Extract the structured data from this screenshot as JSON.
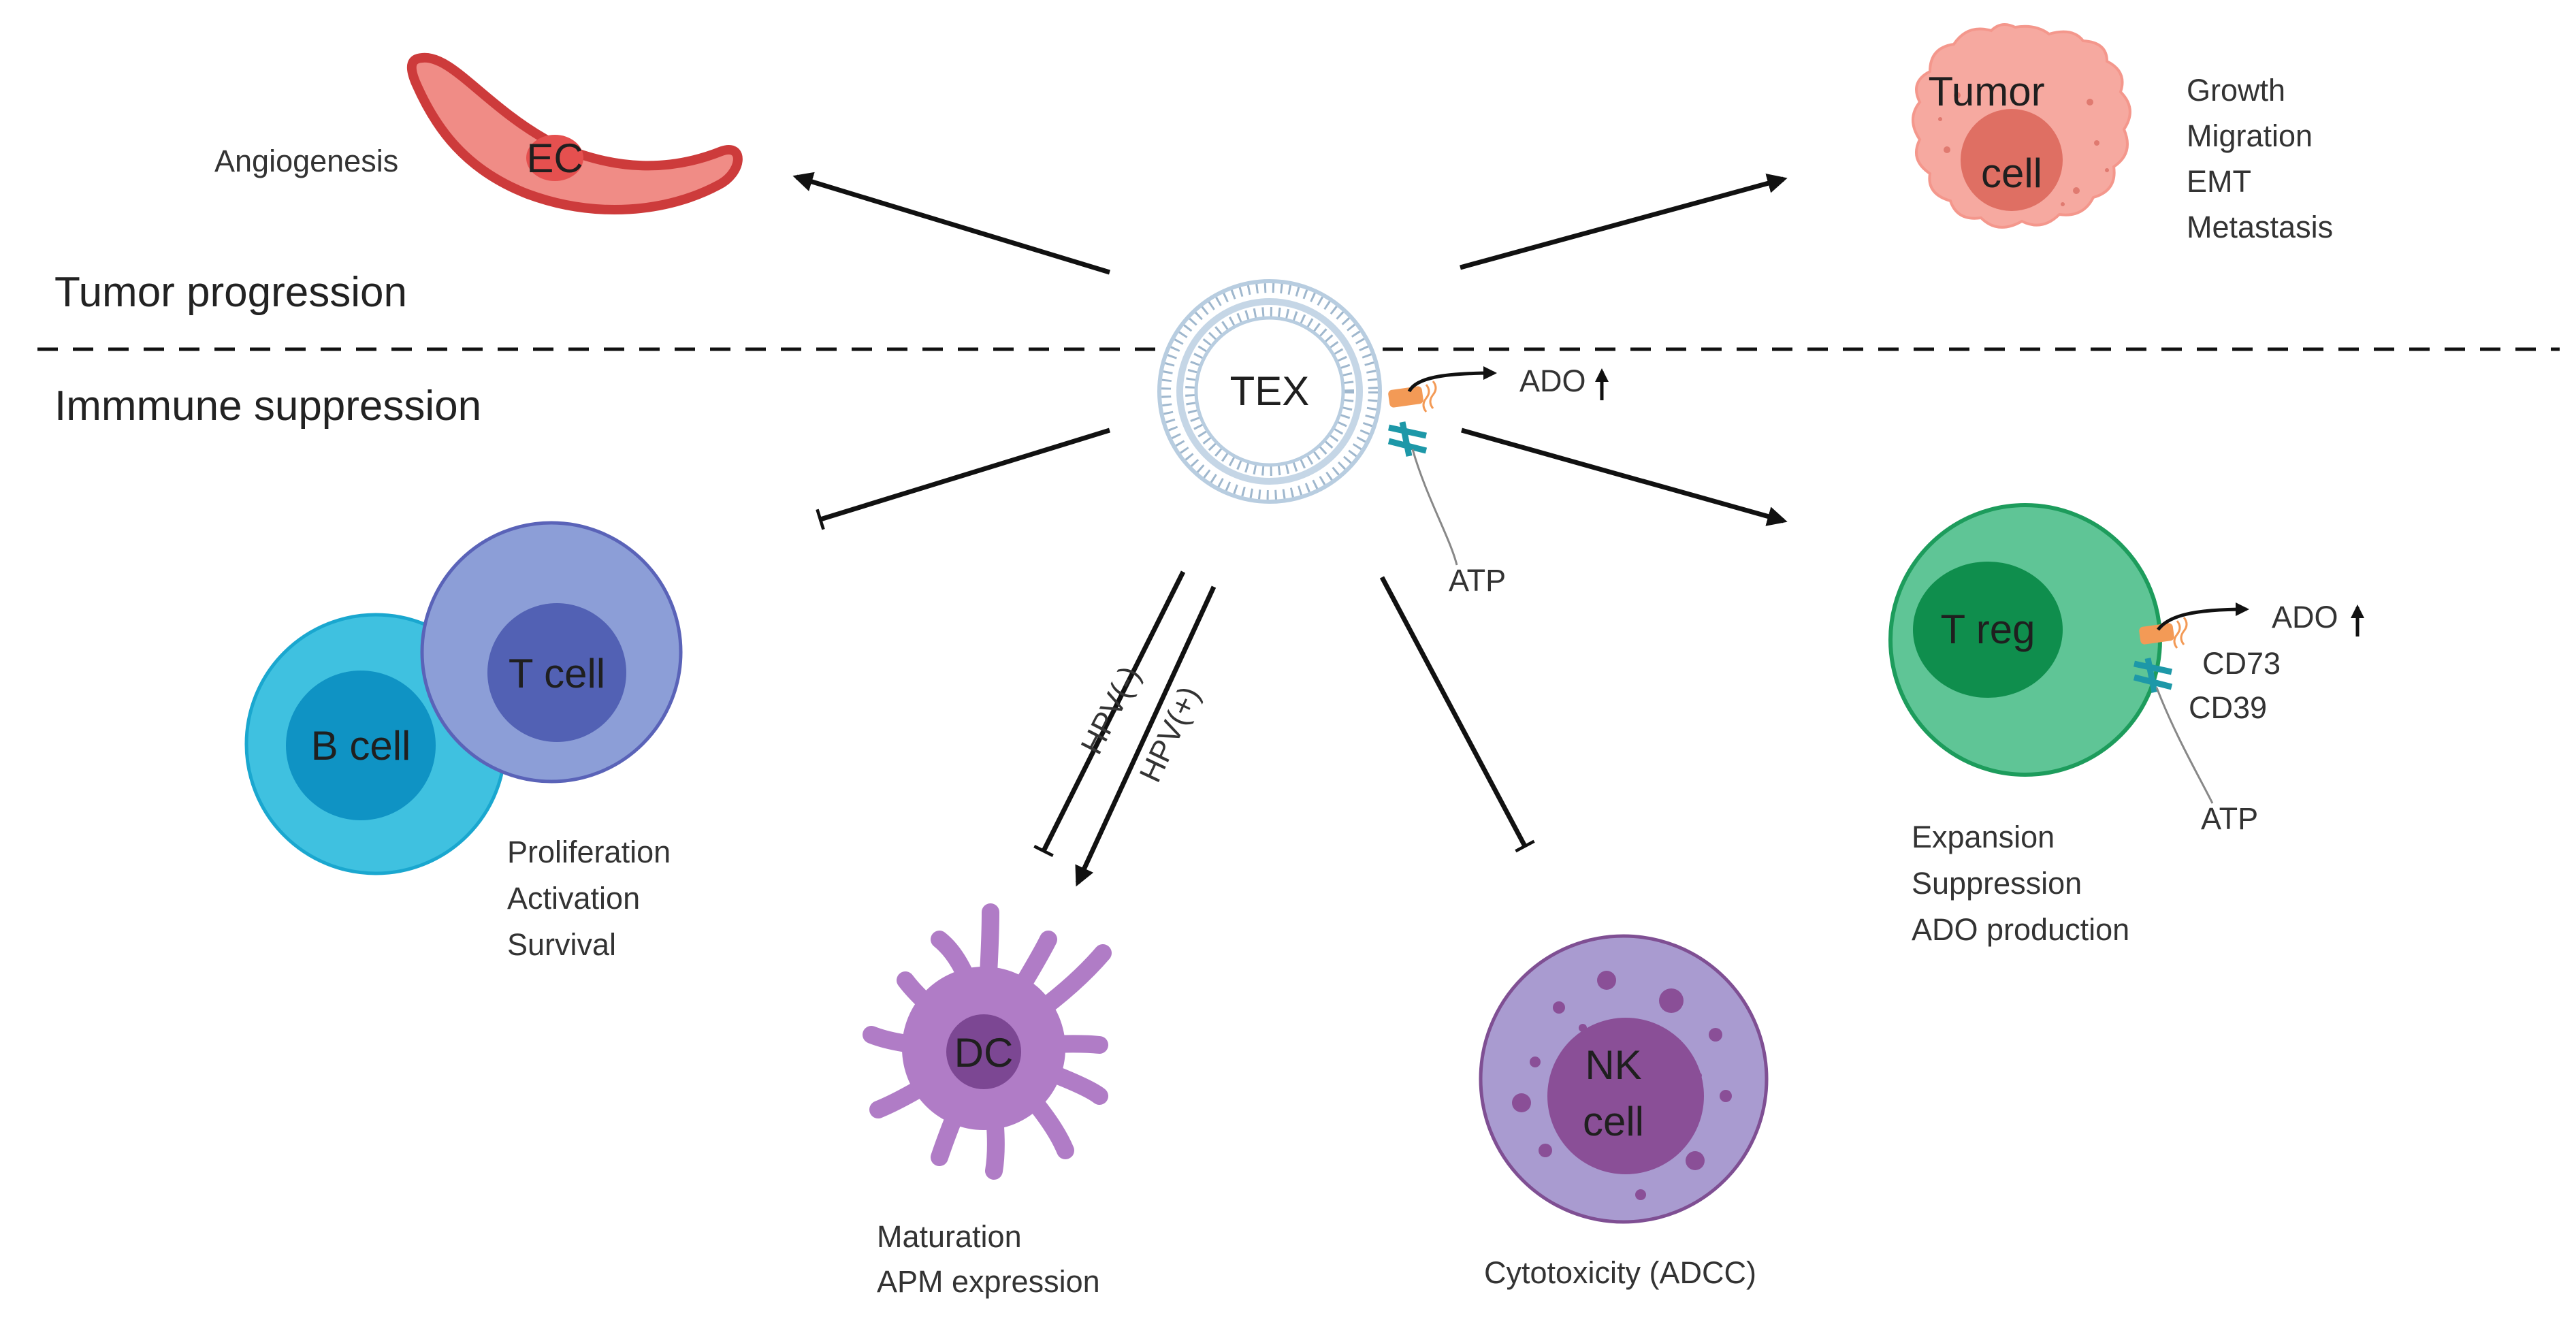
{
  "sections": {
    "top": "Tumor progression",
    "bottom": "Immmune suppression"
  },
  "center": {
    "label": "TEX",
    "ado": "ADO",
    "atp": "ATP"
  },
  "ec": {
    "label": "EC",
    "effect": "Angiogenesis"
  },
  "tumor": {
    "title": "Tumor",
    "nucleus": "cell",
    "effects": [
      "Growth",
      "Migration",
      "EMT",
      "Metastasis"
    ]
  },
  "lymph": {
    "b_label": "B cell",
    "t_label": "T cell",
    "effects": [
      "Proliferation",
      "Activation",
      "Survival"
    ]
  },
  "dc": {
    "label": "DC",
    "hpv_neg": "HPV(-)",
    "hpv_pos": "HPV(+)",
    "effects": [
      "Maturation",
      "APM expression"
    ]
  },
  "nk": {
    "line1": "NK",
    "line2": "cell",
    "effect": "Cytotoxicity (ADCC)"
  },
  "treg": {
    "label": "T reg",
    "ado": "ADO",
    "cd73": "CD73",
    "cd39": "CD39",
    "atp": "ATP",
    "effects": [
      "Expansion",
      "Suppression",
      "ADO production"
    ]
  },
  "colors": {
    "ec_fill": "#f08c86",
    "ec_edge": "#cd3b3b",
    "ec_nucleus": "#e5504f",
    "tumor_fill": "#f6a9a0",
    "tumor_nucleus": "#df6f63",
    "b_fill": "#3fc1e0",
    "b_nucleus": "#0f93c4",
    "t_fill": "#8c9ed7",
    "t_nucleus": "#5261b4",
    "dc_fill": "#b07cc6",
    "dc_nucleus": "#7c4793",
    "nk_fill": "#a99bd0",
    "nk_nucleus": "#8a4f97",
    "treg_fill": "#5fc596",
    "treg_nucleus": "#0f8e4d",
    "membrane": "#a9c0d6",
    "cd73": "#f39a56",
    "cd39": "#1d98a8"
  }
}
